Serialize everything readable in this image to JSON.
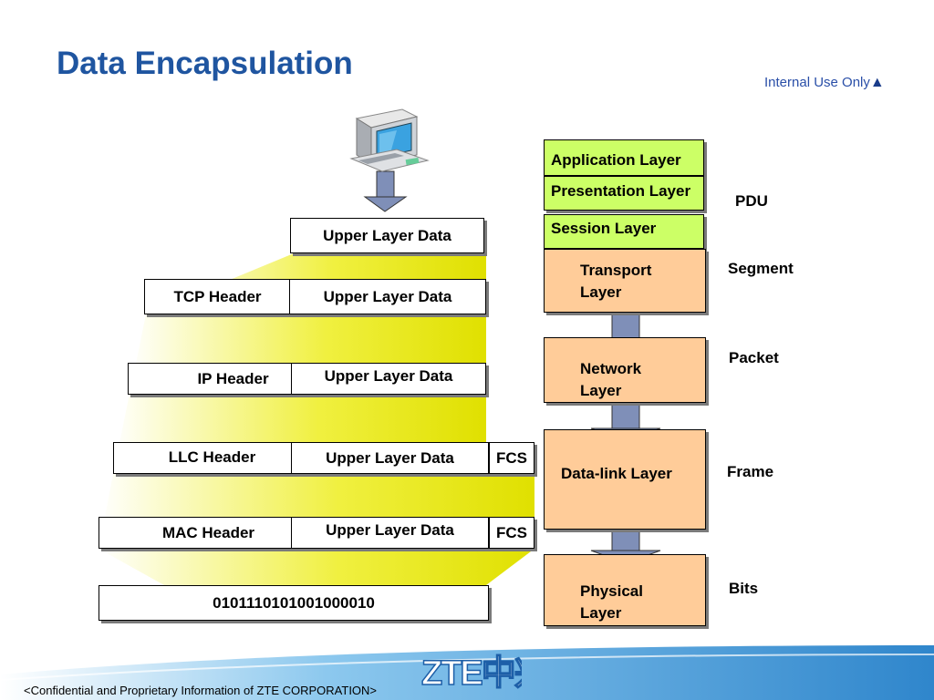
{
  "title": "Data Encapsulation",
  "internal_use": "Internal Use Only",
  "stack": {
    "row1": {
      "data": "Upper Layer Data"
    },
    "row2": {
      "header": "TCP Header",
      "data": "Upper Layer Data"
    },
    "row3": {
      "header": "IP Header",
      "data": "Upper Layer Data"
    },
    "row4": {
      "header": "LLC Header",
      "data": "Upper Layer Data",
      "trailer": "FCS"
    },
    "row5": {
      "header": "MAC Header",
      "data": "Upper Layer Data",
      "trailer": "FCS"
    },
    "row6": {
      "bits": "0101110101001000010"
    }
  },
  "layers": {
    "application": "Application Layer",
    "presentation": "Presentation Layer",
    "session": "Session Layer",
    "transport": [
      "Transport",
      "Layer"
    ],
    "network": [
      "Network",
      "Layer"
    ],
    "datalink": "Data-link Layer",
    "physical": [
      "Physical",
      "Layer"
    ]
  },
  "pdu": {
    "upper": "PDU",
    "transport": "Segment",
    "network": "Packet",
    "datalink": "Frame",
    "physical": "Bits"
  },
  "footer": {
    "confidential": "<Confidential and Proprietary Information of  ZTE CORPORATION>",
    "logo": "ZTE中兴"
  },
  "colors": {
    "title": "#1f55a0",
    "green_layer": "#ccff66",
    "peach_layer": "#ffcc99",
    "funnel_yellow": "#e8e800",
    "arrow_blue": "#7f8fb8",
    "footer_blue": "#4a9ad8"
  },
  "icons": [
    "computer-icon",
    "down-arrow-icon"
  ]
}
